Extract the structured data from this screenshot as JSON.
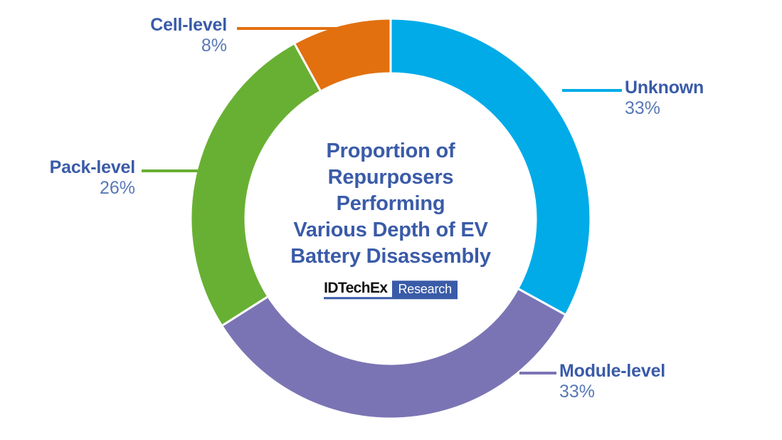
{
  "chart_data": {
    "type": "pie",
    "variant": "donut",
    "title": "Proportion of\nRepurposers Performing\nVarious Depth of EV\nBattery Disassembly",
    "xlabel": "",
    "ylabel": "",
    "legend_position": "callout-labels",
    "grid": false,
    "start_angle_deg": 0,
    "direction": "clockwise",
    "categories": [
      "Unknown",
      "Module-level",
      "Pack-level",
      "Cell-level"
    ],
    "values": [
      33,
      33,
      26,
      8
    ],
    "value_labels": [
      "33%",
      "26%",
      "33%",
      "8%"
    ],
    "unit": "%",
    "slices": [
      {
        "label": "Unknown",
        "value": 33,
        "display": "33%",
        "color": "#00abe8"
      },
      {
        "label": "Module-level",
        "value": 33,
        "display": "33%",
        "color": "#7b74b4"
      },
      {
        "label": "Pack-level",
        "value": 26,
        "display": "26%",
        "color": "#68b033"
      },
      {
        "label": "Cell-level",
        "value": 8,
        "display": "8%",
        "color": "#e2700f"
      }
    ]
  },
  "center": {
    "title": "Proportion of\nRepurposers Performing\nVarious Depth of EV\nBattery Disassembly",
    "logo_word": "IDTechEx",
    "logo_tag": "Research"
  },
  "callouts": {
    "cell": {
      "name": "Cell-level",
      "pct": "8%"
    },
    "pack": {
      "name": "Pack-level",
      "pct": "26%"
    },
    "unknown": {
      "name": "Unknown",
      "pct": "33%"
    },
    "module": {
      "name": "Module-level",
      "pct": "33%"
    }
  },
  "colors": {
    "unknown": "#00abe8",
    "module": "#7b74b4",
    "pack": "#68b033",
    "cell": "#e2700f",
    "title_blue": "#3a5ba8",
    "pct_blue": "#5878b8",
    "background": "#ffffff"
  }
}
